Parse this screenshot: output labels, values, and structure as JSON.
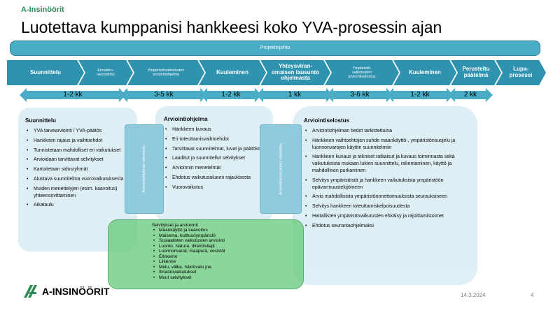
{
  "header": {
    "brand": "A-Insinöörit",
    "title": "Luotettava kumppanisi hankkeesi koko YVA-prosessin ajan"
  },
  "banner": "Projektinjohto",
  "phases": [
    "Suunnittelu",
    "Ennakko-\nneuvottelu",
    "Ympäristövaikutusten\narviointiohjelma",
    "Kuuleminen",
    "Yhteysviran-\nomaisen lausunto\nohjelmasta",
    "Ympäristö-\nvaikutusten\narviointiselostus",
    "Kuuleminen",
    "Perusteltu\npäätelmä",
    "Lupa-\nprosessi"
  ],
  "durations": [
    "1-2 kk",
    "3-5 kk",
    "1-2 kk",
    "1 kk",
    "3-6 kk",
    "1-2 kk",
    "2 kk"
  ],
  "boxes": {
    "suunnittelu": {
      "title": "Suunnittelu",
      "items": [
        "YVA tarvearviointi / YVA-päätös",
        "Hankkeen rajaus ja vaihtoehdot",
        "Tunnistetaan mahdolliset eri vaikutukset",
        "Arvioidaan tarvittavat selvitykset",
        "Kartoitetaan sidosryhmät",
        "Alustava suunnitelma vuorovaikutuksesta",
        "Muiden menettelyjen (esim. kaavoitus) yhteensovittaminen",
        "Aikataulu"
      ]
    },
    "arviointiohjelma": {
      "title": "Arviointiohjelma",
      "items": [
        "Hankkeen kuvaus",
        "Eri toteuttamisvaihtoehdot",
        "Tarvittavat suunnitelmat, luvat ja päätökset",
        "Laaditut ja suunnitellut selvitykset",
        "Arvioinnin menetelmät",
        "Ehdotus vaikutusalueen rajauksesta",
        "Vuorovaikutus"
      ]
    },
    "arviointiselostus": {
      "title": "Arviointiselostus",
      "items": [
        "Arviointiohjelman tiedot tarkistettuina",
        "Hankkeen vaihtoehtojen suhde maankäyttö-, ympäristönsuojelu ja luonnonvarojen käytön suunnitelmiin",
        "Hankkeen kuvaus ja tekniset ratkaisut ja kuvaus toiminnasta sekä vaikutuksista mukaan lukien suunnittelu, rakentaminen, käyttö ja mahdollinen purkaminen",
        "Selvitys ympäristöstä ja hankkeen vaikutuksista ympäristöön epävarmuustekijöineen",
        "Arvio mahdollisista ympäristöonnettomuuksista seurauksineen",
        "Selvitys hankkeen toteuttamiskelpoisuudesta",
        "Haitallisten ympäristövaikutusten ehkäisy ja rajoittamistoimet",
        "Ehdotus seurantaohjelmaksi"
      ]
    }
  },
  "vertical_labels": [
    "Arviointiohjelman valmistelu",
    "Arviointiselostuksen valmistelu"
  ],
  "studies": {
    "title": "Selvitykset ja arvioinnit",
    "items": [
      "Maankäyttö ja kaavoitus",
      "Maisema, kulttuuriympäristö",
      "Sosiaalisten vaikutusten arviointi",
      "Luonto, Natura, direktiivilajit",
      "Luonnonvarat, maaperä, vesistöt",
      "Elinkeino",
      "Liikenne",
      "Melu, välke, häiriövalo jne.",
      "Ilmastovaikutukset",
      "Muut selvitykset"
    ]
  },
  "footer": {
    "logo_text": "A-INSINÖÖRIT",
    "date": "14.3.2024",
    "page": "4"
  },
  "colors": {
    "brand_green": "#2e8b57",
    "phase_blue": "#2f93b0",
    "light_blue": "#4bacc6",
    "box_bg": "#dceef5",
    "green_box": "#64c878"
  }
}
